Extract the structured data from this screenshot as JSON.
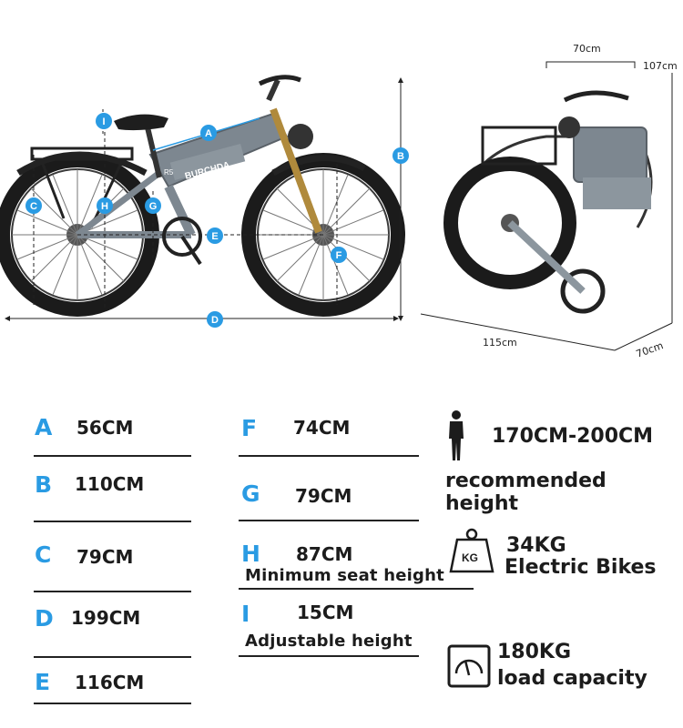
{
  "diagram": {
    "brand_text": "BURCHDA",
    "model_text": "R5",
    "markers": [
      "A",
      "B",
      "C",
      "D",
      "E",
      "F",
      "G",
      "H",
      "I"
    ],
    "folded_dims": {
      "top_width": "70cm",
      "height": "107cm",
      "length": "115cm",
      "depth": "70cm"
    },
    "accent_color": "#2a9be3"
  },
  "specs_left": [
    {
      "letter": "A",
      "value": "56CM"
    },
    {
      "letter": "B",
      "value": "110CM"
    },
    {
      "letter": "C",
      "value": "79CM"
    },
    {
      "letter": "D",
      "value": "199CM"
    },
    {
      "letter": "E",
      "value": "116CM"
    }
  ],
  "specs_mid": [
    {
      "letter": "F",
      "value": "74CM",
      "note": ""
    },
    {
      "letter": "G",
      "value": "79CM",
      "note": ""
    },
    {
      "letter": "H",
      "value": "87CM",
      "note": "Minimum seat height"
    },
    {
      "letter": "I",
      "value": "15CM",
      "note": "Adjustable height"
    }
  ],
  "specs_right": {
    "height_range": "170CM-200CM",
    "height_label": "recommended height",
    "weight_icon_text": "KG",
    "weight_value": "34KG",
    "weight_label": "Electric Bikes",
    "load_value": "180KG",
    "load_label": "load capacity"
  },
  "icons": {
    "person": "person-icon",
    "weight": "weight-icon",
    "gauge": "gauge-icon"
  }
}
